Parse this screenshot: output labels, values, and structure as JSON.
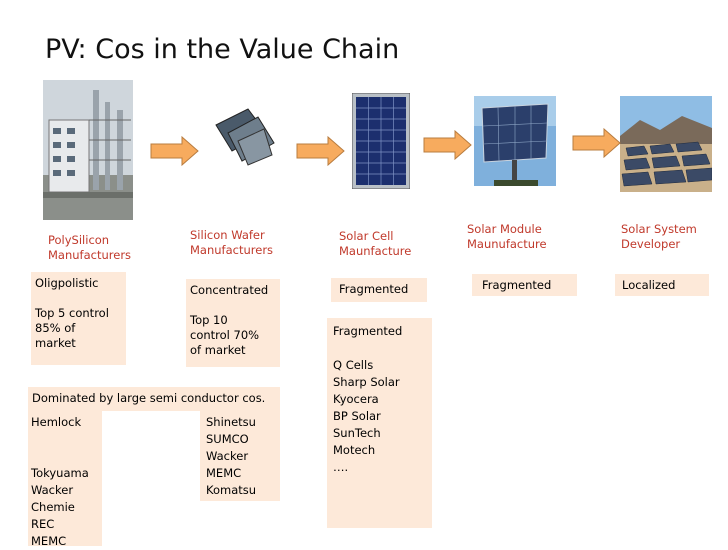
{
  "title": "PV: Cos in the Value Chain",
  "stages": [
    {
      "label": "PolySilicon\nManufacturers",
      "box": "Oligpolistic\n\nTop 5 control\n85% of\nmarket"
    },
    {
      "label": "Silicon Wafer\nManufacturers",
      "box": "Concentrated\n\nTop 10\ncontrol 70%\nof market"
    },
    {
      "label": "Solar Cell\nMaunfacture",
      "box": "Fragmented"
    },
    {
      "label": "Solar Module\nMaunufacture",
      "box": "Fragmented"
    },
    {
      "label": "Solar System\nDeveloper",
      "box": "Localized"
    }
  ],
  "semiconductor": {
    "header": "Dominated by large semi conductor cos.",
    "left_list": [
      "Hemlock",
      "",
      "",
      "Tokyuama",
      "Wacker",
      "Chemie",
      "REC",
      "MEMC"
    ],
    "right_list": [
      "Shinetsu",
      "SUMCO",
      "Wacker",
      "MEMC",
      "Komatsu"
    ]
  },
  "cell_makers": {
    "heading": "Fragmented",
    "list": [
      "Q Cells",
      "Sharp Solar",
      "Kyocera",
      "BP Solar",
      "SunTech",
      "Motech",
      "…."
    ]
  },
  "colors": {
    "stage_label": "#c0392b",
    "box_fill": "#fde9d9",
    "arrow_fill": "#f7ab5e",
    "arrow_stroke": "#b87c3f"
  },
  "icons": [
    "factory-image",
    "wafer-image",
    "solar-cell-image",
    "solar-module-image",
    "solar-farm-image",
    "arrow-right-icon"
  ]
}
